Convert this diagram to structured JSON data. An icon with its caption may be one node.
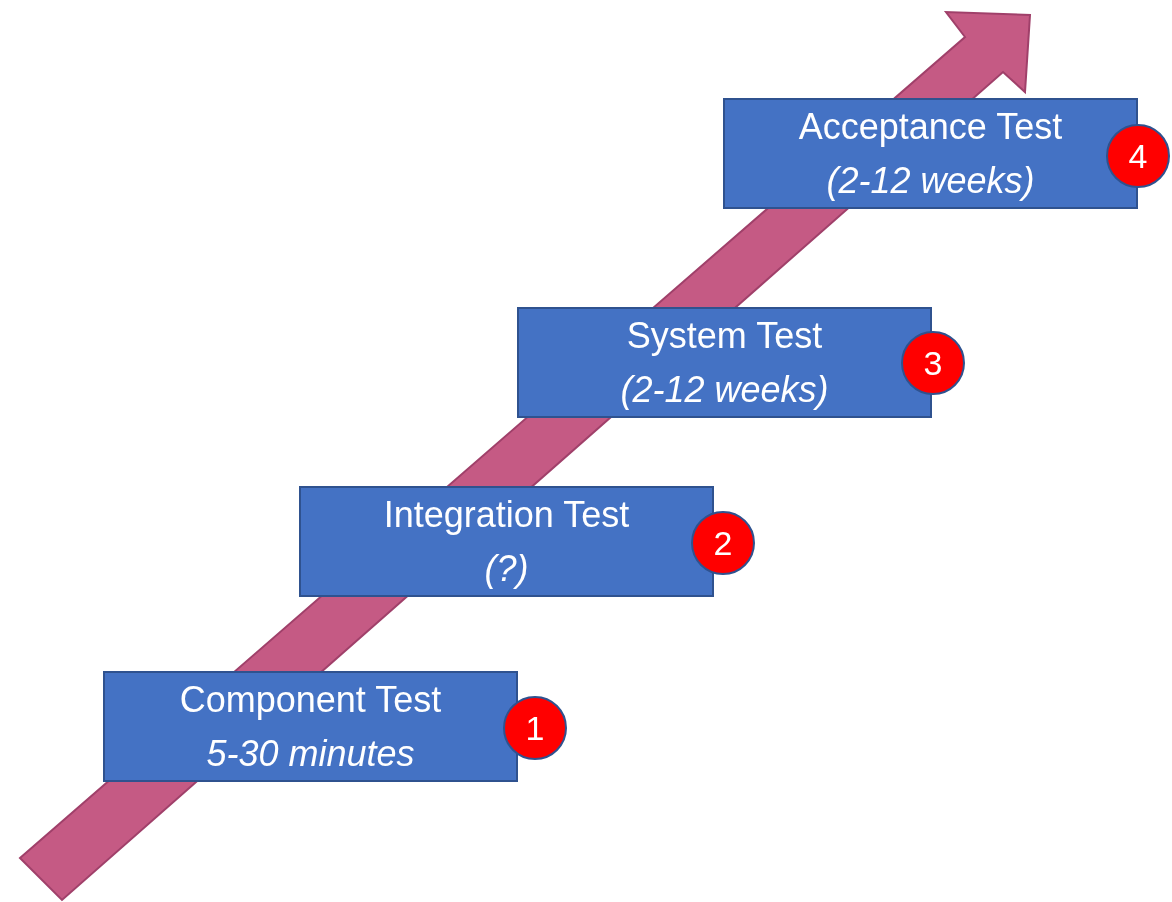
{
  "diagram": {
    "nodes": [
      {
        "text": [
          "Component Test",
          "5-30 minutes"
        ]
      },
      {
        "text": [
          "1"
        ]
      },
      {
        "text": [
          "Integration Test",
          "(?)"
        ]
      },
      {
        "text": [
          "2"
        ]
      },
      {
        "text": [
          "System Test",
          "(2-12 weeks)"
        ]
      },
      {
        "text": [
          "3"
        ]
      },
      {
        "text": [
          "Acceptance Test",
          "(2-12 weeks)"
        ]
      },
      {
        "text": [
          "4"
        ]
      }
    ]
  }
}
